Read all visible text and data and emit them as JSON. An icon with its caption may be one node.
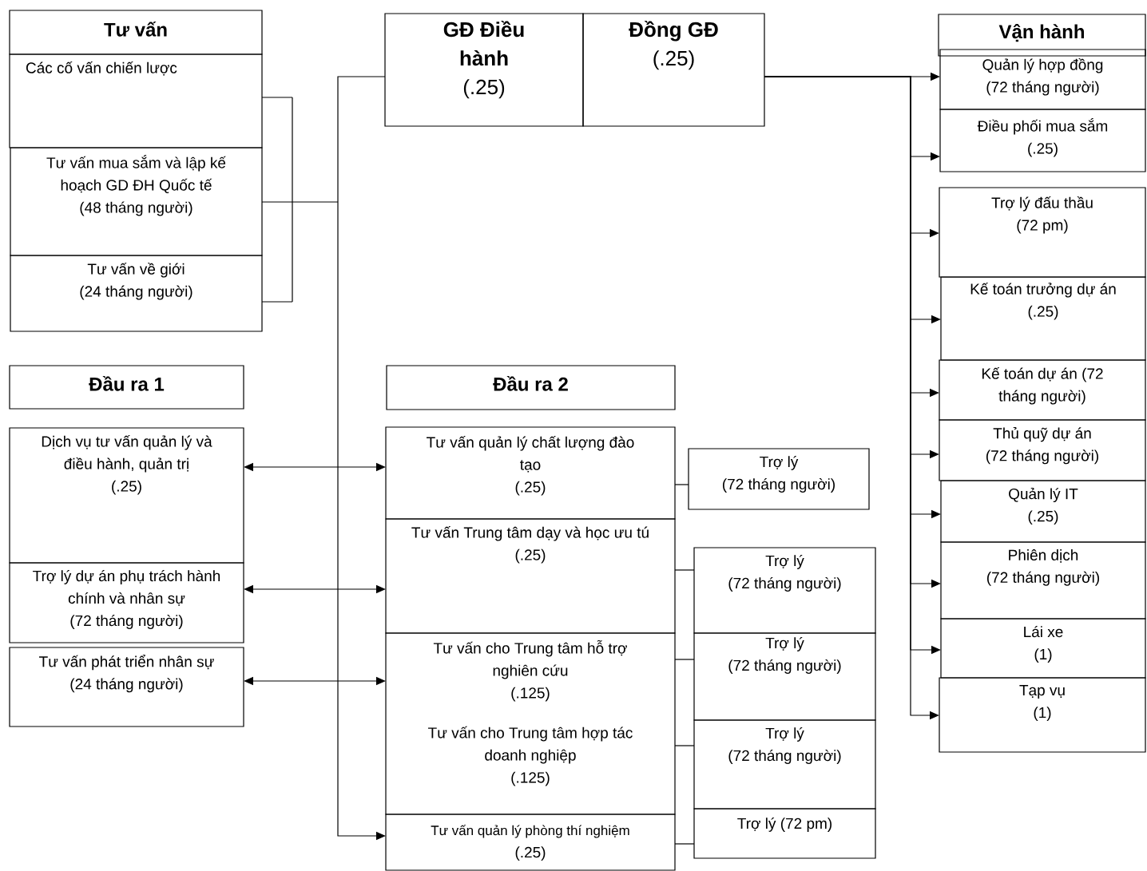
{
  "diagram": {
    "nodes": [
      {
        "text": [
          "Tư vấn"
        ]
      },
      {
        "text": [
          "Các cố vấn chiến lược"
        ]
      },
      {
        "text": [
          "Tư vấn mua sắm và lập kế hoạch GD ĐH Quốc tế",
          "(48 tháng người)"
        ]
      },
      {
        "text": [
          "Tư vấn về giới",
          "(24 tháng người)"
        ]
      },
      {
        "text": [
          "GĐ Điều hành",
          "(.25)"
        ]
      },
      {
        "text": [
          "Đồng GĐ",
          "(.25)"
        ]
      },
      {
        "text": [
          "Vận hành"
        ]
      },
      {
        "text": [
          "Quản lý hợp đồng",
          "(72 tháng người)"
        ]
      },
      {
        "text": [
          "Điều phối mua sắm",
          "(.25)"
        ]
      },
      {
        "text": [
          "Trợ lý đấu thầu",
          "(72 pm)"
        ]
      },
      {
        "text": [
          "Kế toán trưởng dự án",
          "(.25)"
        ]
      },
      {
        "text": [
          "Kế toán dự án (72 tháng người)"
        ]
      },
      {
        "text": [
          "Thủ quỹ dự án",
          "(72 tháng người)"
        ]
      },
      {
        "text": [
          "Quản lý IT",
          "(.25)"
        ]
      },
      {
        "text": [
          "Phiên dịch",
          "(72 tháng người)"
        ]
      },
      {
        "text": [
          "Lái xe",
          "(1)"
        ]
      },
      {
        "text": [
          "Tạp vụ",
          "(1)"
        ]
      },
      {
        "text": [
          "Đầu ra 1"
        ]
      },
      {
        "text": [
          "Dịch vụ tư vấn quản lý và điều hành, quản trị",
          "(.25)"
        ]
      },
      {
        "text": [
          "Trợ lý dự án phụ trách hành chính và nhân sự",
          "(72 tháng người)"
        ]
      },
      {
        "text": [
          "Tư vấn phát triển nhân sự",
          "(24 tháng người)"
        ]
      },
      {
        "text": [
          "Đầu ra 2"
        ]
      },
      {
        "text": [
          "Tư vấn quản lý chất lượng đào tạo",
          "(.25)"
        ]
      },
      {
        "text": [
          "Tư vấn Trung tâm dạy và học ưu tú",
          "(.25)"
        ]
      },
      {
        "text": [
          "Tư vấn cho Trung tâm hỗ trợ nghiên cứu",
          "(.125)",
          "Tư vấn cho Trung tâm hợp tác doanh nghiệp",
          "(.125)"
        ]
      },
      {
        "text": [
          "Tư vấn quản lý phòng thí nghiệm",
          "(.25)"
        ]
      },
      {
        "text": [
          "Trợ lý",
          "(72 tháng người)"
        ]
      },
      {
        "text": [
          "Trợ lý",
          "(72 tháng người)"
        ]
      },
      {
        "text": [
          "Trợ lý",
          "(72 tháng người)"
        ]
      },
      {
        "text": [
          "Trợ lý",
          "(72 tháng người)"
        ]
      },
      {
        "text": [
          "Trợ lý (72 pm)"
        ]
      }
    ],
    "edges": [
      {
        "from": 4,
        "to": 1,
        "arrow": "none"
      },
      {
        "from": 4,
        "to": 2,
        "arrow": "none"
      },
      {
        "from": 4,
        "to": 3,
        "arrow": "none"
      },
      {
        "from": 4,
        "to": 25,
        "arrow": "to"
      },
      {
        "from": 18,
        "to": 22,
        "arrow": "both"
      },
      {
        "from": 19,
        "to": 23,
        "arrow": "both"
      },
      {
        "from": 20,
        "to": 24,
        "arrow": "both"
      },
      {
        "from": 5,
        "to": 7,
        "arrow": "to"
      },
      {
        "from": 5,
        "to": 8,
        "arrow": "to"
      },
      {
        "from": 5,
        "to": 9,
        "arrow": "to"
      },
      {
        "from": 5,
        "to": 10,
        "arrow": "to"
      },
      {
        "from": 5,
        "to": 11,
        "arrow": "to"
      },
      {
        "from": 5,
        "to": 12,
        "arrow": "to"
      },
      {
        "from": 5,
        "to": 13,
        "arrow": "to"
      },
      {
        "from": 5,
        "to": 14,
        "arrow": "to"
      },
      {
        "from": 5,
        "to": 15,
        "arrow": "to"
      },
      {
        "from": 5,
        "to": 16,
        "arrow": "to"
      },
      {
        "from": 22,
        "to": 26,
        "arrow": "none"
      },
      {
        "from": 23,
        "to": 27,
        "arrow": "none"
      },
      {
        "from": 24,
        "to": 28,
        "arrow": "none"
      },
      {
        "from": 24,
        "to": 29,
        "arrow": "none"
      },
      {
        "from": 25,
        "to": 30,
        "arrow": "none"
      }
    ]
  }
}
